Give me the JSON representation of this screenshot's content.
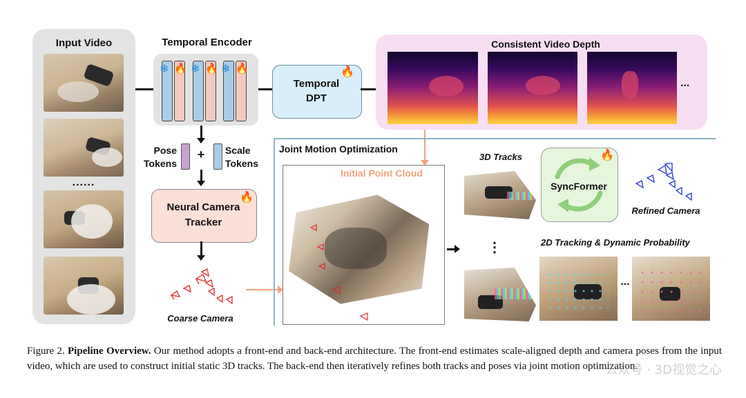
{
  "input_video": {
    "title": "Input Video",
    "ellipsis": "......"
  },
  "temporal_encoder": {
    "title": "Temporal Encoder"
  },
  "temporal_dpt": {
    "line1": "Temporal",
    "line2": "DPT"
  },
  "depth": {
    "title": "Consistent Video Depth",
    "ellipsis": "..."
  },
  "tokens": {
    "pose_line1": "Pose",
    "pose_line2": "Tokens",
    "plus": "+",
    "scale_line1": "Scale",
    "scale_line2": "Tokens"
  },
  "tracker": {
    "line1": "Neural Camera",
    "line2": "Tracker"
  },
  "coarse_camera": "Coarse Camera",
  "jmo": {
    "title": "Joint Motion Optimization",
    "initial_point_cloud": "Initial Point Cloud",
    "tracks_3d": "3D Tracks",
    "vdots": "⋮",
    "syncformer": "SyncFormer",
    "refined_camera": "Refined Camera",
    "tracking_2d": "2D Tracking & Dynamic Probability",
    "ellipsis": "..."
  },
  "caption": {
    "prefix": "Figure 2.",
    "bold": "Pipeline Overview.",
    "text": "Our method adopts a front-end and back-end architecture. The front-end estimates scale-aligned depth and camera poses from the input video, which are used to construct initial static 3D tracks. The back-end then iteratively refines both tracks and poses via joint motion optimization."
  },
  "watermark": "公众号 · 3D视觉之心",
  "colors": {
    "frozen_block": "#a9cde6",
    "trainable_block": "#f3c9bf",
    "dpt_fill": "#d8eef9",
    "depth_panel": "#f8def3",
    "tracker_fill": "#fbe0d8",
    "syncformer_fill": "#e6f6dd",
    "orange_arrow": "#f1a27d",
    "coarse_camera": "#e52525",
    "refined_camera": "#2235d6"
  },
  "icons": [
    "snowflake-icon",
    "fire-icon"
  ]
}
